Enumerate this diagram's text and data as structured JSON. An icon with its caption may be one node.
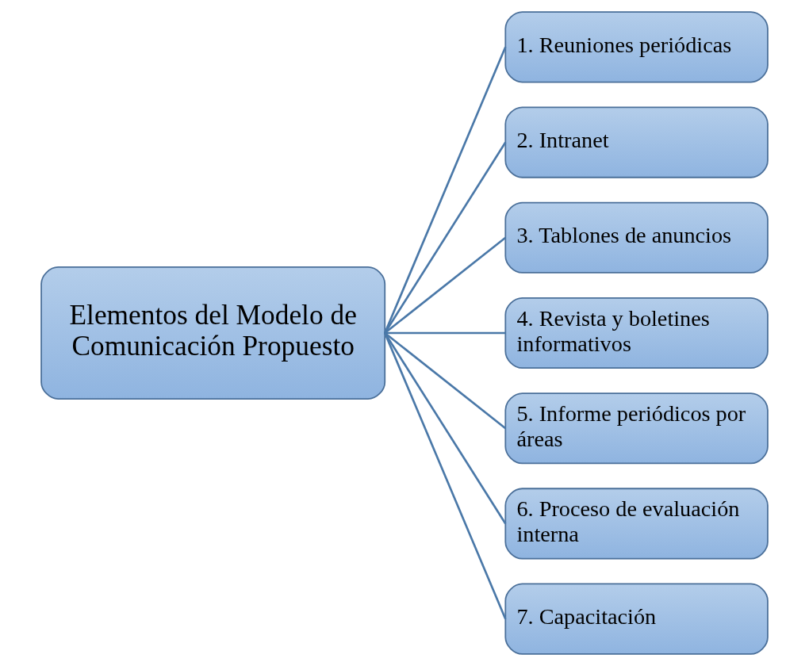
{
  "diagram": {
    "nodes": [
      {
        "text": [
          "Elementos del Modelo de Comunicación Propuesto"
        ]
      },
      {
        "text": [
          "1. Reuniones periódicas"
        ]
      },
      {
        "text": [
          "2. Intranet"
        ]
      },
      {
        "text": [
          "3. Tablones de anuncios"
        ]
      },
      {
        "text": [
          "4. Revista y boletines informativos"
        ]
      },
      {
        "text": [
          "5. Informe periódicos por áreas"
        ]
      },
      {
        "text": [
          "6. Proceso de evaluación interna"
        ]
      },
      {
        "text": [
          "7. Capacitación"
        ]
      }
    ],
    "edges": [
      {
        "from": 0,
        "to": 1,
        "arrow": "none"
      },
      {
        "from": 0,
        "to": 2,
        "arrow": "none"
      },
      {
        "from": 0,
        "to": 3,
        "arrow": "none"
      },
      {
        "from": 0,
        "to": 4,
        "arrow": "none"
      },
      {
        "from": 0,
        "to": 5,
        "arrow": "none"
      },
      {
        "from": 0,
        "to": 6,
        "arrow": "none"
      },
      {
        "from": 0,
        "to": 7,
        "arrow": "none"
      }
    ]
  }
}
